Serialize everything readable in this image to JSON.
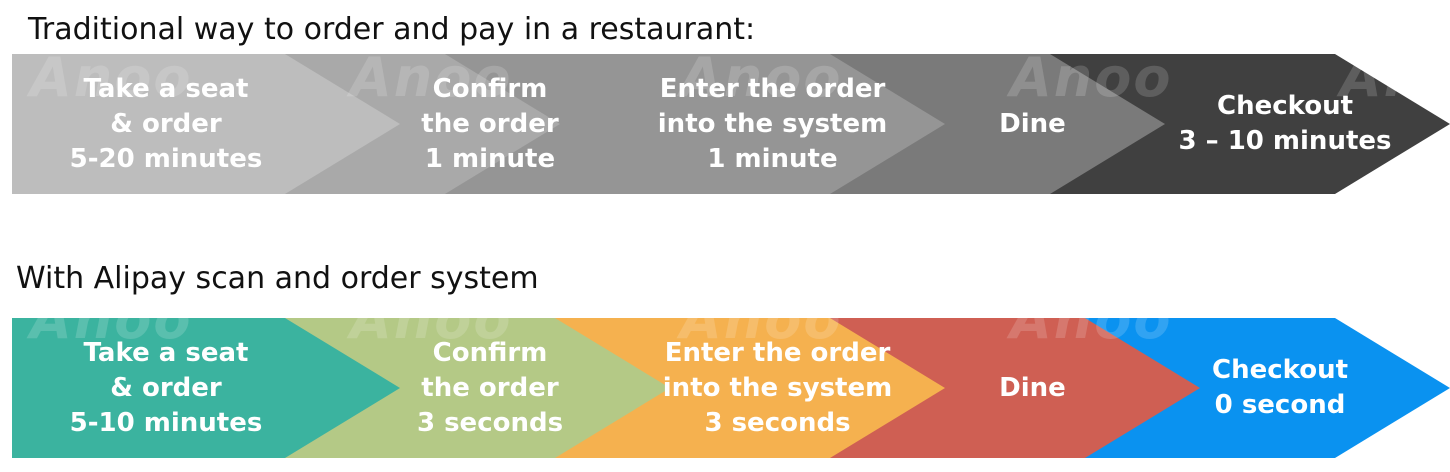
{
  "rows": [
    {
      "title": "Traditional way to order and pay in a restaurant:",
      "steps": [
        {
          "lines": [
            "Take a seat",
            "& order",
            "5-20 minutes"
          ],
          "color": "#bdbdbd"
        },
        {
          "lines": [
            "Confirm",
            "the order",
            "1 minute"
          ],
          "color": "#a9a9a9"
        },
        {
          "lines": [
            "Enter the order",
            "into the system",
            "1 minute"
          ],
          "color": "#959595"
        },
        {
          "lines": [
            "Dine"
          ],
          "color": "#7a7a7a"
        },
        {
          "lines": [
            "Checkout",
            "3 – 10 minutes"
          ],
          "color": "#404040"
        }
      ]
    },
    {
      "title": "With Alipay scan and order system",
      "steps": [
        {
          "lines": [
            "Take a seat",
            "& order",
            "5-10 minutes"
          ],
          "color": "#3bb39f"
        },
        {
          "lines": [
            "Confirm",
            "the order",
            "3 seconds"
          ],
          "color": "#b4c986"
        },
        {
          "lines": [
            "Enter the order",
            "into the system",
            "3 seconds"
          ],
          "color": "#f5b14f"
        },
        {
          "lines": [
            "Dine"
          ],
          "color": "#cf5f53"
        },
        {
          "lines": [
            "Checkout",
            "0 second"
          ],
          "color": "#0a92f0"
        }
      ]
    }
  ],
  "watermark": {
    "text": "Anoo",
    "color": "rgba(255,255,255,0.16)"
  }
}
